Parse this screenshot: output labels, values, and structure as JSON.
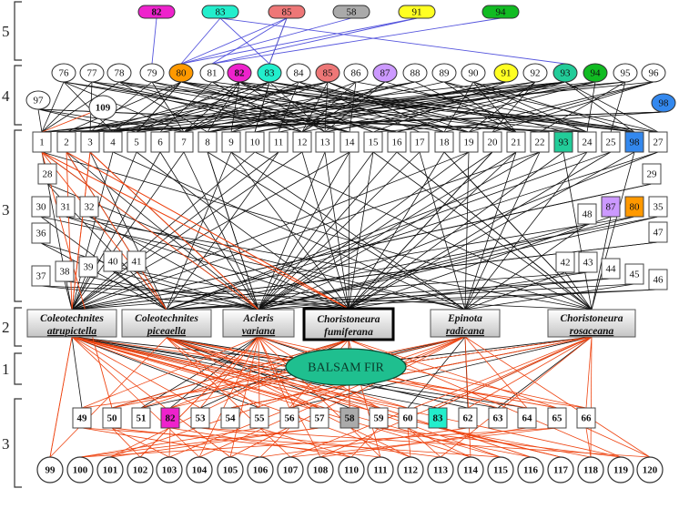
{
  "title": "Balsam fir food web",
  "colors": {
    "link_black": "#111111",
    "link_red": "#ee4411",
    "link_blue": "#5555dd",
    "fir_fill": "#1fbf8f",
    "species_fill_top": "#ffffff",
    "species_fill_bottom": "#c8c8c8"
  },
  "level_labels": [
    {
      "id": "lvl5",
      "text": "5"
    },
    {
      "id": "lvl4",
      "text": "4"
    },
    {
      "id": "lvl3a",
      "text": "3"
    },
    {
      "id": "lvl2",
      "text": "2"
    },
    {
      "id": "lvl1",
      "text": "1"
    },
    {
      "id": "lvl3b",
      "text": "3"
    }
  ],
  "basal": {
    "label": "BALSAM FIR"
  },
  "herbivores": [
    {
      "id": "h1",
      "line1": "Coleotechnites",
      "line2": "atrupictella",
      "bold_border": false
    },
    {
      "id": "h2",
      "line1": "Coleotechnites",
      "line2": "piceaella",
      "bold_border": false
    },
    {
      "id": "h3",
      "line1": "Acleris",
      "line2": "variana",
      "bold_border": false
    },
    {
      "id": "h4",
      "line1": "Choristoneura",
      "line2": "fumiferana",
      "bold_border": true
    },
    {
      "id": "h5",
      "line1": "Epinota",
      "line2": "radicana",
      "bold_border": false
    },
    {
      "id": "h6",
      "line1": "Choristoneura",
      "line2": "rosaceana",
      "bold_border": false
    }
  ],
  "level5_nodes": [
    {
      "label": "82",
      "color": "#ee22cc",
      "bold": true
    },
    {
      "label": "83",
      "color": "#22eecc",
      "bold": false
    },
    {
      "label": "85",
      "color": "#ee7777",
      "bold": false
    },
    {
      "label": "58",
      "color": "#aaaaaa",
      "bold": false
    },
    {
      "label": "91",
      "color": "#ffff22",
      "bold": false
    },
    {
      "label": "94",
      "color": "#11bb22",
      "bold": false
    }
  ],
  "level4_nodes": [
    {
      "label": "76",
      "color": "#ffffff"
    },
    {
      "label": "77",
      "color": "#ffffff"
    },
    {
      "label": "78",
      "color": "#ffffff"
    },
    {
      "label": "79",
      "color": "#ffffff"
    },
    {
      "label": "80",
      "color": "#ff9900"
    },
    {
      "label": "81",
      "color": "#ffffff"
    },
    {
      "label": "82",
      "color": "#ee22cc",
      "bold": true
    },
    {
      "label": "83",
      "color": "#22eecc"
    },
    {
      "label": "84",
      "color": "#ffffff"
    },
    {
      "label": "85",
      "color": "#ee7777"
    },
    {
      "label": "86",
      "color": "#ffffff"
    },
    {
      "label": "87",
      "color": "#cc99ff"
    },
    {
      "label": "88",
      "color": "#ffffff"
    },
    {
      "label": "89",
      "color": "#ffffff"
    },
    {
      "label": "90",
      "color": "#ffffff"
    },
    {
      "label": "91",
      "color": "#ffff22"
    },
    {
      "label": "92",
      "color": "#ffffff"
    },
    {
      "label": "93",
      "color": "#22cc99"
    },
    {
      "label": "94",
      "color": "#11bb22"
    },
    {
      "label": "95",
      "color": "#ffffff"
    },
    {
      "label": "96",
      "color": "#ffffff"
    },
    {
      "label": "97",
      "color": "#ffffff"
    },
    {
      "label": "109",
      "color": "#ffffff",
      "bold": true
    },
    {
      "label": "98",
      "color": "#3388ee"
    }
  ],
  "level3_top_row": [
    {
      "label": "1"
    },
    {
      "label": "2"
    },
    {
      "label": "3"
    },
    {
      "label": "4"
    },
    {
      "label": "5"
    },
    {
      "label": "6"
    },
    {
      "label": "7"
    },
    {
      "label": "8"
    },
    {
      "label": "9"
    },
    {
      "label": "10"
    },
    {
      "label": "11"
    },
    {
      "label": "12"
    },
    {
      "label": "13"
    },
    {
      "label": "14"
    },
    {
      "label": "15"
    },
    {
      "label": "16"
    },
    {
      "label": "17"
    },
    {
      "label": "18"
    },
    {
      "label": "19"
    },
    {
      "label": "20"
    },
    {
      "label": "21"
    },
    {
      "label": "22"
    },
    {
      "label": "93",
      "color": "#22cc99"
    },
    {
      "label": "24"
    },
    {
      "label": "25"
    },
    {
      "label": "98",
      "color": "#3388ee"
    },
    {
      "label": "27"
    }
  ],
  "level3_side_boxes": [
    {
      "label": "28"
    },
    {
      "label": "30"
    },
    {
      "label": "31"
    },
    {
      "label": "32"
    },
    {
      "label": "36"
    },
    {
      "label": "37"
    },
    {
      "label": "38"
    },
    {
      "label": "39"
    },
    {
      "label": "40"
    },
    {
      "label": "41"
    },
    {
      "label": "29"
    },
    {
      "label": "48"
    },
    {
      "label": "87",
      "color": "#cc99ff"
    },
    {
      "label": "80",
      "color": "#ff9900"
    },
    {
      "label": "35"
    },
    {
      "label": "47"
    },
    {
      "label": "42"
    },
    {
      "label": "43"
    },
    {
      "label": "44"
    },
    {
      "label": "45"
    },
    {
      "label": "46"
    }
  ],
  "level3_bottom_boxes": [
    {
      "label": "49"
    },
    {
      "label": "50"
    },
    {
      "label": "51"
    },
    {
      "label": "82",
      "color": "#ee22cc"
    },
    {
      "label": "53"
    },
    {
      "label": "54"
    },
    {
      "label": "55"
    },
    {
      "label": "56"
    },
    {
      "label": "57"
    },
    {
      "label": "58",
      "color": "#aaaaaa"
    },
    {
      "label": "59"
    },
    {
      "label": "60"
    },
    {
      "label": "83",
      "color": "#22eecc"
    },
    {
      "label": "62"
    },
    {
      "label": "63"
    },
    {
      "label": "64"
    },
    {
      "label": "65"
    },
    {
      "label": "66"
    }
  ],
  "level3_bottom_circles": [
    {
      "label": "99"
    },
    {
      "label": "100"
    },
    {
      "label": "101"
    },
    {
      "label": "102"
    },
    {
      "label": "103"
    },
    {
      "label": "104"
    },
    {
      "label": "105"
    },
    {
      "label": "106"
    },
    {
      "label": "107"
    },
    {
      "label": "108"
    },
    {
      "label": "110"
    },
    {
      "label": "111"
    },
    {
      "label": "112"
    },
    {
      "label": "113"
    },
    {
      "label": "114"
    },
    {
      "label": "115"
    },
    {
      "label": "116"
    },
    {
      "label": "117"
    },
    {
      "label": "118"
    },
    {
      "label": "119"
    },
    {
      "label": "120"
    }
  ]
}
